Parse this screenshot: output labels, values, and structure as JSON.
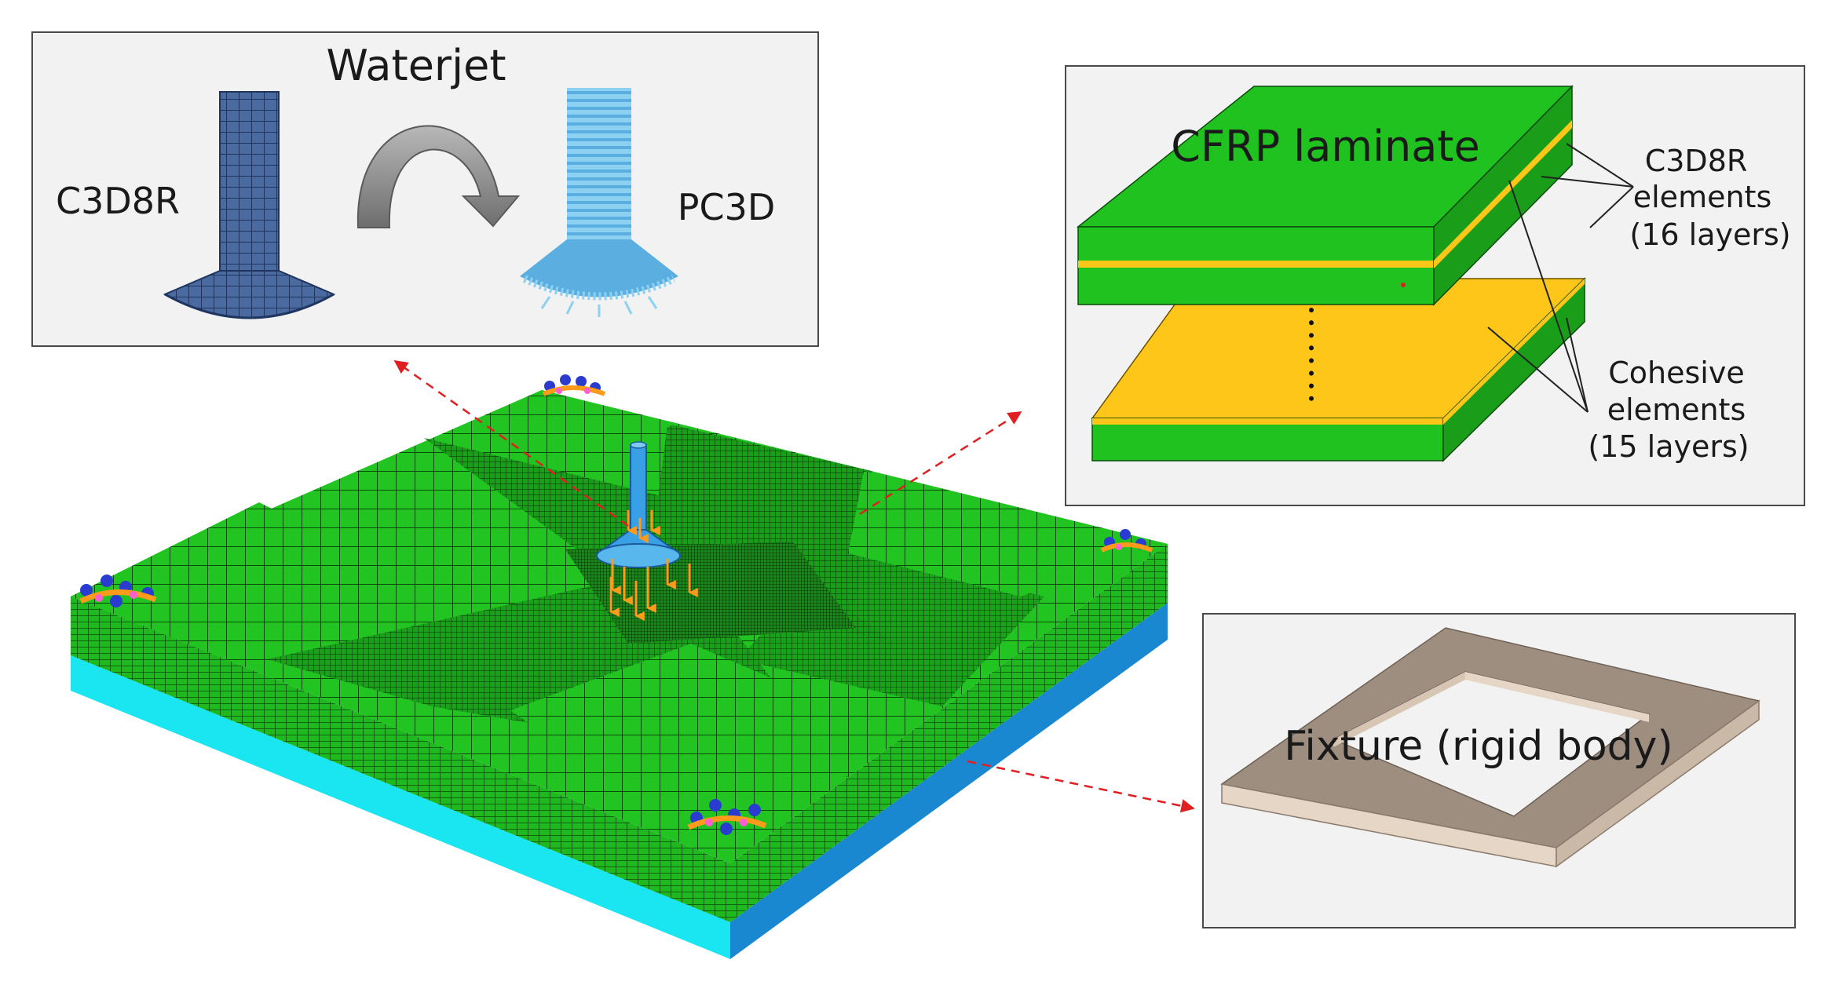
{
  "waterjet_panel": {
    "title": "Waterjet",
    "left_label": "C3D8R",
    "right_label": "PC3D"
  },
  "laminate_panel": {
    "title": "CFRP laminate",
    "c3d8r_line1": "C3D8R",
    "c3d8r_line2": "elements",
    "c3d8r_line3": "(16 layers)",
    "cohesive_line1": "Cohesive",
    "cohesive_line2": "elements",
    "cohesive_line3": "(15 layers)"
  },
  "fixture_panel": {
    "title": "Fixture (rigid body)"
  },
  "colors": {
    "laminate_green": "#1fc21f",
    "cohesive_yellow": "#ffc61a",
    "fixture_brown": "#9e8e80",
    "fixture_light": "#e6d6c6",
    "nozzle_dark": "#3c5a8c",
    "nozzle_light": "#5ab4e6",
    "base_cyan": "#19e6f0",
    "arrow_red": "#e02020",
    "panel_bg": "#f2f2f2"
  }
}
